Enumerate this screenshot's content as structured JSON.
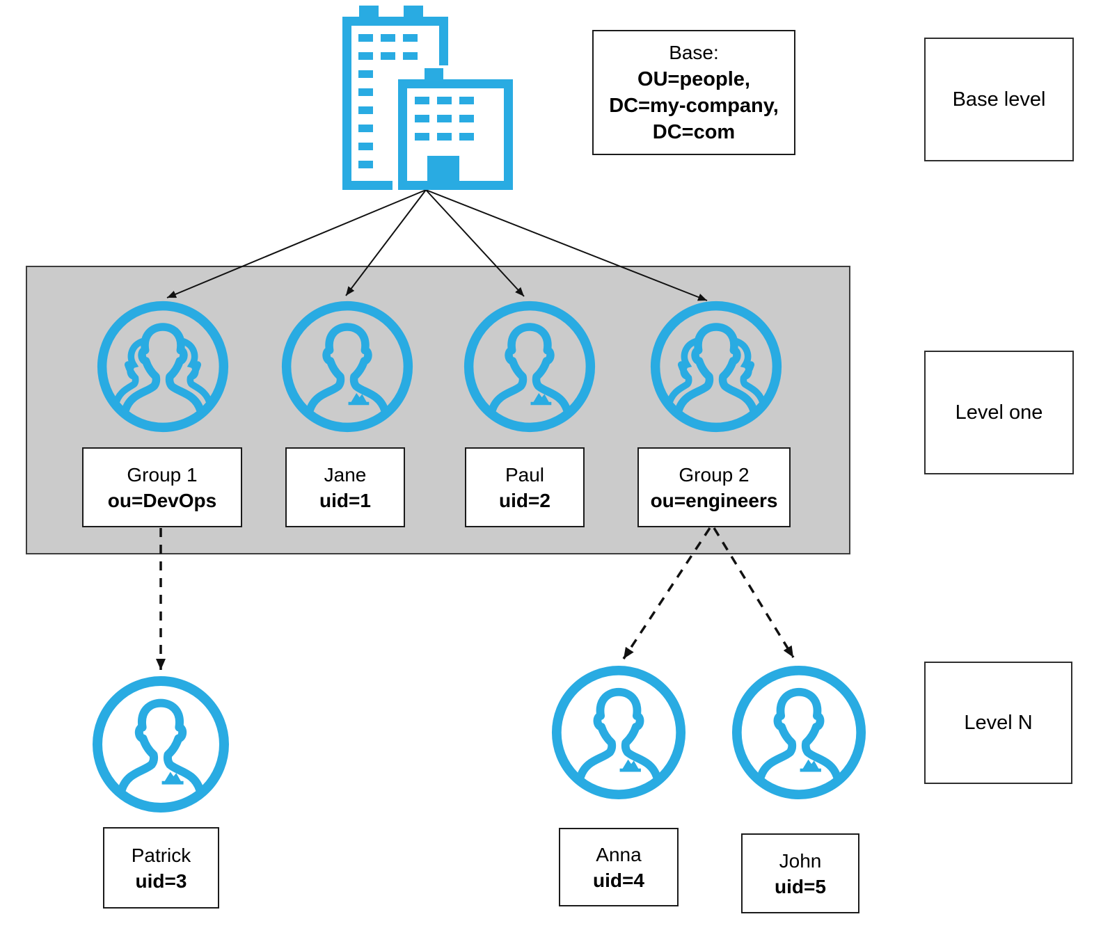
{
  "colors": {
    "accent": "#29ABE2",
    "band_background": "#CBCBCB",
    "connector": "#111111",
    "box_background": "#FFFFFF"
  },
  "icons": {
    "base": "company-buildings-icon",
    "group": "group-icon",
    "user": "user-icon"
  },
  "base_node": {
    "title": "Base:",
    "dn_lines": [
      "OU=people,",
      "DC=my-company,",
      "DC=com"
    ]
  },
  "level_labels": {
    "base": "Base level",
    "one": "Level one",
    "n": "Level N"
  },
  "level_one_nodes": [
    {
      "kind": "group",
      "name": "Group 1",
      "attr": "ou=DevOps"
    },
    {
      "kind": "user",
      "name": "Jane",
      "attr": "uid=1"
    },
    {
      "kind": "user",
      "name": "Paul",
      "attr": "uid=2"
    },
    {
      "kind": "group",
      "name": "Group 2",
      "attr": "ou=engineers"
    }
  ],
  "level_n_nodes": [
    {
      "kind": "user",
      "name": "Patrick",
      "attr": "uid=3",
      "parent": "Group 1"
    },
    {
      "kind": "user",
      "name": "Anna",
      "attr": "uid=4",
      "parent": "Group 2"
    },
    {
      "kind": "user",
      "name": "John",
      "attr": "uid=5",
      "parent": "Group 2"
    }
  ]
}
